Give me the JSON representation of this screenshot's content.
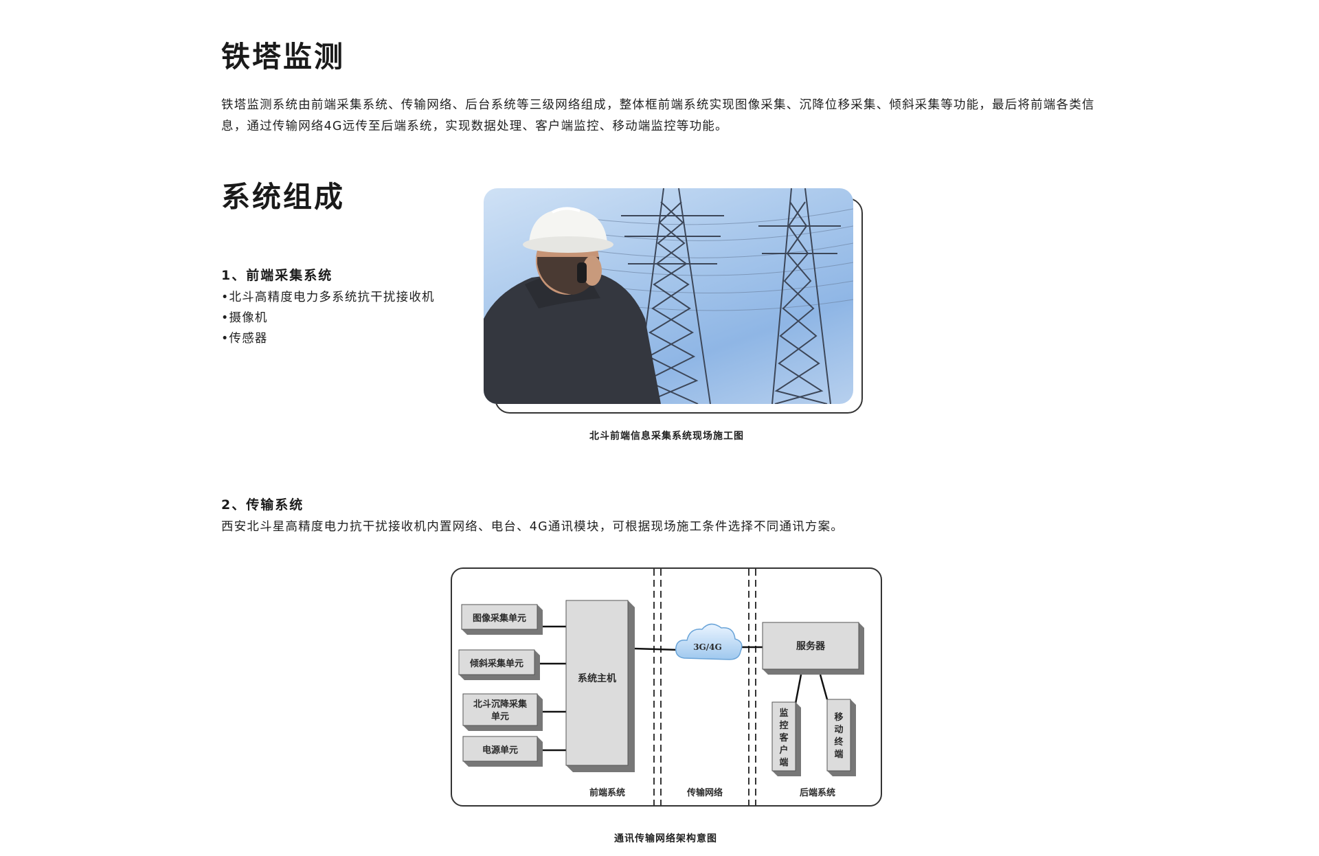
{
  "section1": {
    "title": "铁塔监测",
    "intro": "铁塔监测系统由前端采集系统、传输网络、后台系统等三级网络组成，整体框前端系统实现图像采集、沉降位移采集、倾斜采集等功能，最后将前端各类信息，通过传输网络4G远传至后端系统，实现数据处理、客户端监控、移动端监控等功能。"
  },
  "section2": {
    "title": "系统组成",
    "front_end": {
      "heading": "1、前端采集系统",
      "items": [
        "北斗高精度电力多系统抗干扰接收机",
        "摄像机",
        "传感器"
      ]
    },
    "photo_caption": "北斗前端信息采集系统现场施工图",
    "transmission": {
      "heading": "2、传输系统",
      "description": "西安北斗星高精度电力抗干扰接收机内置网络、电台、4G通讯模块，可根据现场施工条件选择不同通讯方案。"
    },
    "diagram": {
      "caption": "通讯传输网络架构意图",
      "units": [
        "图像采集单元",
        "倾斜采集单元",
        "北斗沉降采集单元",
        "电源单元"
      ],
      "host": "系统主机",
      "cloud": "3G/4G",
      "server": "服务器",
      "clients": [
        "监控客户端",
        "移动终端"
      ],
      "zones": [
        "前端系统",
        "传输网络",
        "后端系统"
      ]
    }
  }
}
